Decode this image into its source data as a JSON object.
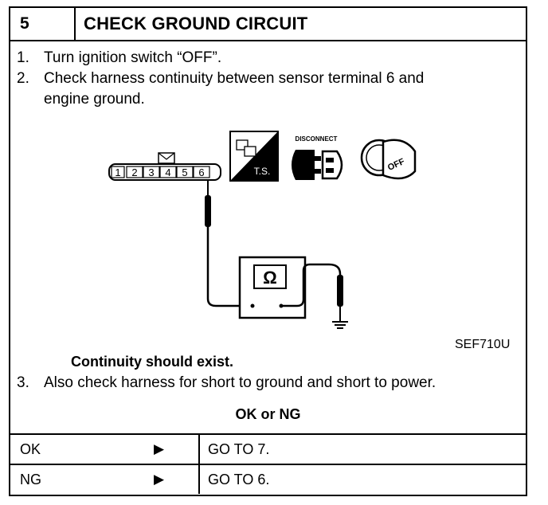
{
  "header": {
    "step": "5",
    "title": "CHECK GROUND CIRCUIT"
  },
  "steps": {
    "s1_num": "1.",
    "s1_text": "Turn ignition switch “OFF”.",
    "s2_num": "2.",
    "s2_text_a": "Check harness continuity between sensor terminal 6 and",
    "s2_text_b": "engine ground.",
    "s3_num": "3.",
    "s3_text": "Also check harness for short to ground and short to power."
  },
  "figure": {
    "connector_terminals": [
      "1",
      "2",
      "3",
      "4",
      "5",
      "6"
    ],
    "ts_label": "T.S.",
    "disconnect_label": "DISCONNECT",
    "off_label": "OFF",
    "meter_symbol": "Ω",
    "figure_id": "SEF710U"
  },
  "continuity": "Continuity should exist.",
  "prompt": "OK or NG",
  "results": [
    {
      "label": "OK",
      "arrow": "▶",
      "action": "GO TO 7."
    },
    {
      "label": "NG",
      "arrow": "▶",
      "action": "GO TO 6."
    }
  ]
}
